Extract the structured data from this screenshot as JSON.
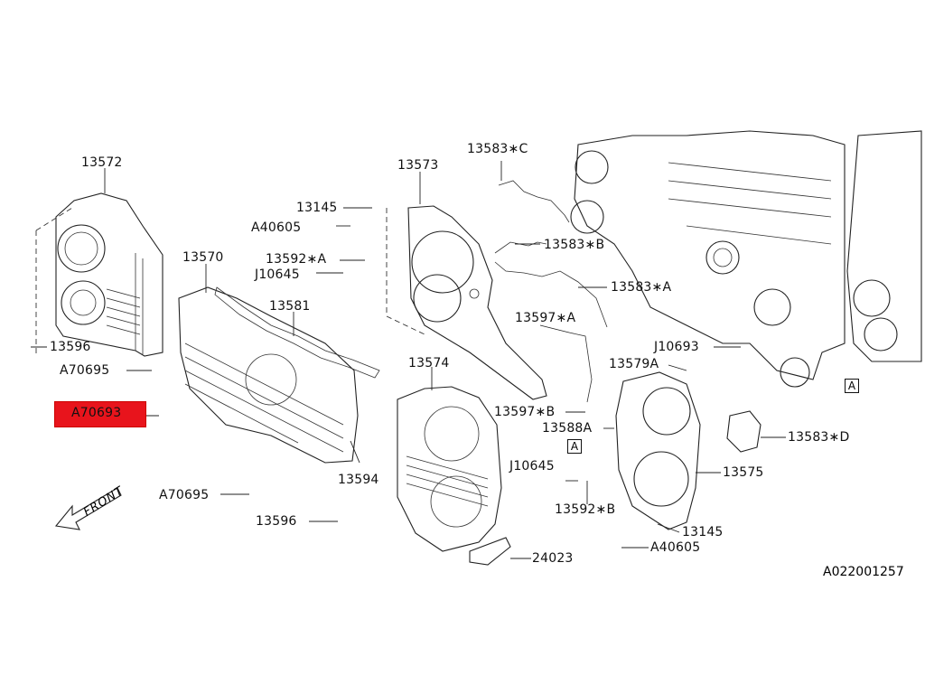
{
  "labels": {
    "p13572": "13572",
    "p13573": "13573",
    "p13583c": "13583∗C",
    "p13145a": "13145",
    "pA40605a": "A40605",
    "p13583b": "13583∗B",
    "p13570": "13570",
    "p13592a": "13592∗A",
    "pJ10645a": "J10645",
    "p13583a": "13583∗A",
    "p13581": "13581",
    "p13597a": "13597∗A",
    "p13596a": "13596",
    "pJ10693": "J10693",
    "pA70695a": "A70695",
    "p13574": "13574",
    "p13579a": "13579A",
    "pA70693": "A70693",
    "p13597b": "13597∗B",
    "p13588a": "13588A",
    "p13583d": "13583∗D",
    "p13594": "13594",
    "pJ10645b": "J10645",
    "p13575": "13575",
    "pA70695b": "A70695",
    "p13592b": "13592∗B",
    "p13596b": "13596",
    "p13145b": "13145",
    "pA40605b": "A40605",
    "p24023": "24023",
    "boxA": "A",
    "front": "FRONT",
    "ref": "A022001257"
  },
  "highlight_color": "#e8141c"
}
